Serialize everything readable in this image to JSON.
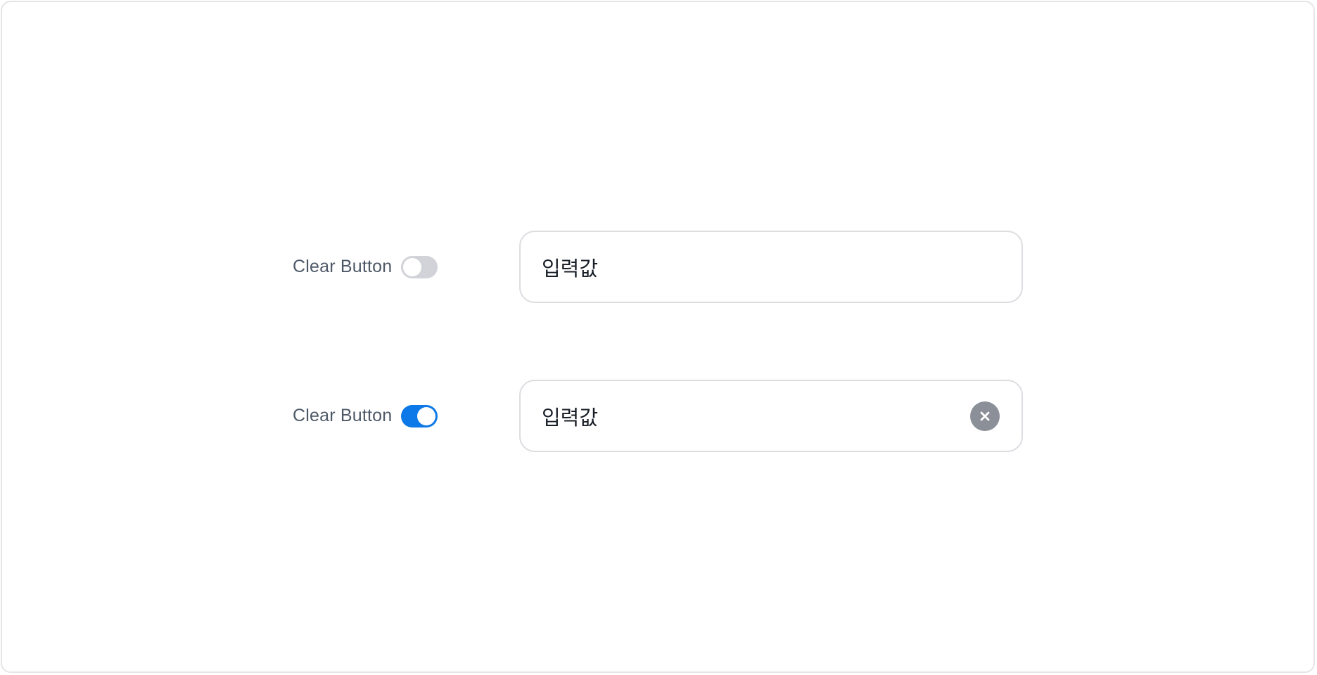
{
  "rows": [
    {
      "label": "Clear Button",
      "toggle_state": "off",
      "input_value": "입력값",
      "clear_button_visible": false
    },
    {
      "label": "Clear Button",
      "toggle_state": "on",
      "input_value": "입력값",
      "clear_button_visible": true
    }
  ],
  "icons": {
    "clear": "x-circle-icon"
  },
  "colors": {
    "toggle_on": "#0d78e7",
    "toggle_off": "#d1d3d8",
    "label_text": "#4e5968",
    "input_border": "#dcdde1",
    "clear_button_bg": "#8b8f98"
  }
}
